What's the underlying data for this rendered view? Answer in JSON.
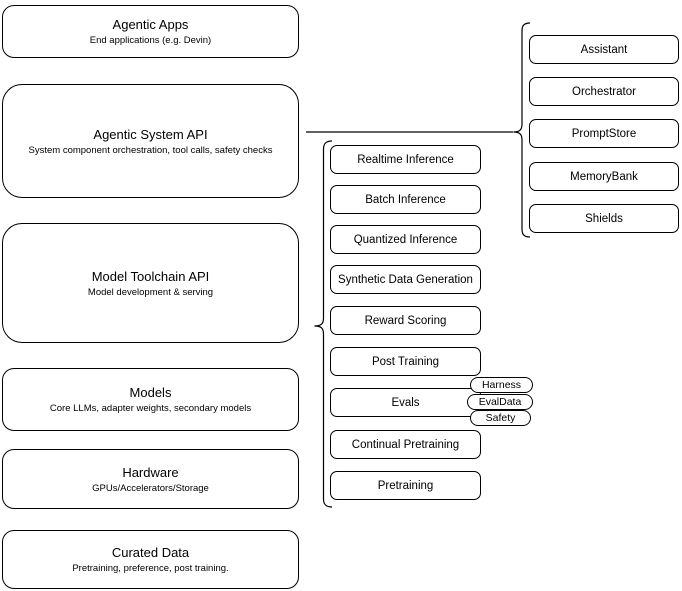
{
  "diagram": {
    "stack": [
      {
        "title": "Agentic Apps",
        "subtitle": "End applications (e.g. Devin)"
      },
      {
        "title": "Agentic System API",
        "subtitle": "System component orchestration, tool calls, safety checks"
      },
      {
        "title": "Model Toolchain API",
        "subtitle": "Model development & serving"
      },
      {
        "title": "Models",
        "subtitle": "Core LLMs, adapter weights, secondary models"
      },
      {
        "title": "Hardware",
        "subtitle": "GPUs/Accelerators/Storage"
      },
      {
        "title": "Curated Data",
        "subtitle": "Pretraining, preference, post training."
      }
    ],
    "toolchain_items": [
      "Realtime Inference",
      "Batch Inference",
      "Quantized Inference",
      "Synthetic Data Generation",
      "Reward Scoring",
      "Post Training",
      "Evals",
      "Continual Pretraining",
      "Pretraining"
    ],
    "evals_tags": [
      "Harness",
      "EvalData",
      "Safety"
    ],
    "system_components": [
      "Assistant",
      "Orchestrator",
      "PromptStore",
      "MemoryBank",
      "Shields"
    ],
    "colors": {
      "stroke": "#000000",
      "fill": "#ffffff",
      "background": "#ffffff"
    }
  }
}
